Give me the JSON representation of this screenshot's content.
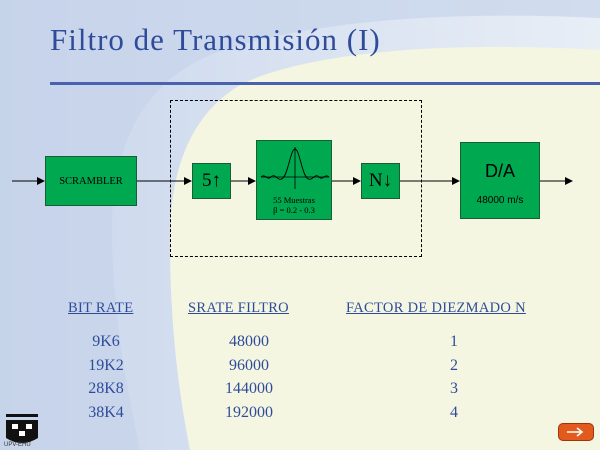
{
  "slide": {
    "title": "Filtro de Transmisión (I)"
  },
  "diagram": {
    "blocks": {
      "scrambler": "SCRAMBLER",
      "upsample": "5↑",
      "filter_line1": "55 Muestras",
      "filter_line2": "β = 0.2 - 0.3",
      "downsample": "N↓",
      "dac": "D/A",
      "dac_rate": "48000 m/s"
    }
  },
  "table": {
    "headers": [
      "BIT RATE",
      "SRATE FILTRO",
      "FACTOR DE DIEZMADO N"
    ],
    "bit_rate": [
      "9K6",
      "19K2",
      "28K8",
      "38K4"
    ],
    "srate_filtro": [
      "48000",
      "96000",
      "144000",
      "192000"
    ],
    "factor_n": [
      "1",
      "2",
      "3",
      "4"
    ]
  },
  "footer": {
    "logo_text": "UPV-EHU"
  },
  "colors": {
    "title": "#2f4c9a",
    "block": "#00a84f",
    "background": "#f4f6e2",
    "wave": "#d6e1f0",
    "nav_button": "#e25a1c"
  }
}
